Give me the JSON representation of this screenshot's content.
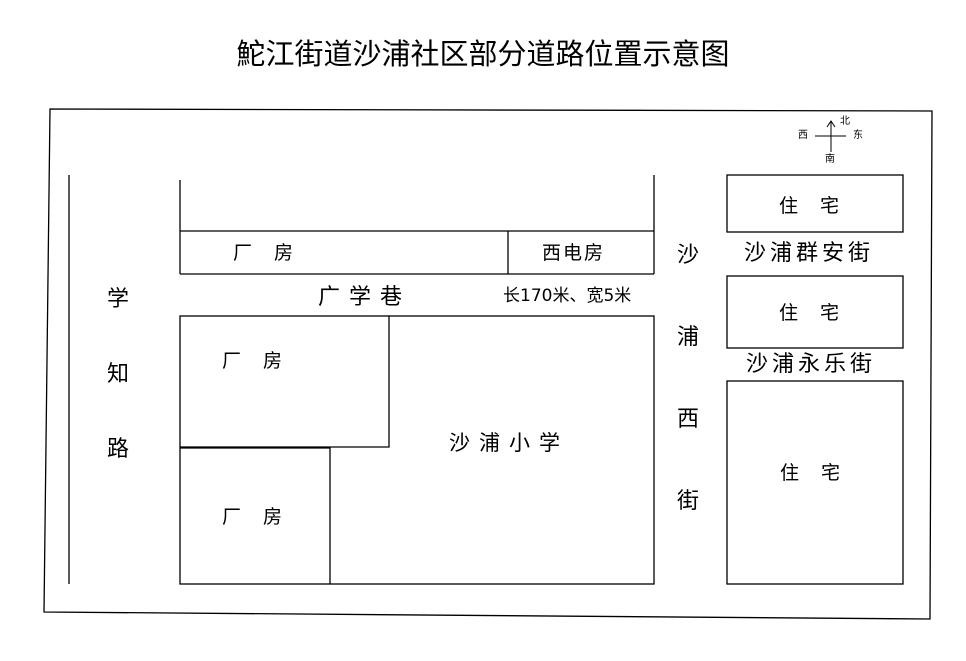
{
  "title": "鮀江街道沙浦社区部分道路位置示意图",
  "compass": {
    "north": "北",
    "south": "南",
    "east": "东",
    "west": "西"
  },
  "roads": {
    "xuezhi_road": "学知路",
    "guangxue_lane": "广学巷",
    "guangxue_lane_size": "长170米、宽5米",
    "shapu_west_street": "沙浦西街",
    "shapu_qunan_street": "沙浦群安街",
    "shapu_yongle_street": "沙浦永乐街"
  },
  "buildings": {
    "factory_top": "厂 房",
    "power_room": "西电房",
    "factory_middle": "厂 房",
    "factory_bottom": "厂 房",
    "school": "沙浦小学",
    "housing_top": "住 宅",
    "housing_middle": "住 宅",
    "housing_bottom": "住 宅"
  }
}
